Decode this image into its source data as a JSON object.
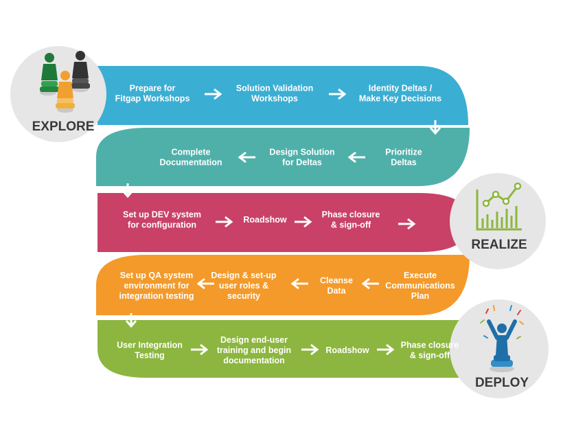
{
  "colors": {
    "blue": "#3baed3",
    "teal": "#4fb0aa",
    "magenta": "#c94167",
    "orange": "#f39a2b",
    "green": "#8cb63f",
    "circle": "#e6e6e6",
    "phase_text": "#3a3a3a"
  },
  "phases": {
    "explore": "EXPLORE",
    "realize": "REALIZE",
    "deploy": "DEPLOY"
  },
  "rows": [
    {
      "name": "row1",
      "steps": [
        [
          "Prepare for",
          "Fitgap Workshops"
        ],
        [
          "Solution Validation",
          "Workshops"
        ],
        [
          "Identity Deltas /",
          "Make Key Decisions"
        ]
      ]
    },
    {
      "name": "row2",
      "steps": [
        [
          "Complete",
          "Documentation"
        ],
        [
          "Design Solution",
          "for Deltas"
        ],
        [
          "Prioritize",
          "Deltas"
        ]
      ]
    },
    {
      "name": "row3",
      "steps": [
        [
          "Set up DEV system",
          "for configuration"
        ],
        [
          "Roadshow"
        ],
        [
          "Phase closure",
          "& sign-off"
        ]
      ]
    },
    {
      "name": "row4",
      "steps": [
        [
          "Set up QA system",
          "environment for",
          "integration testing"
        ],
        [
          "Design & set-up",
          "user roles &",
          "security"
        ],
        [
          "Cleanse",
          "Data"
        ],
        [
          "Execute",
          "Communications",
          "Plan"
        ]
      ]
    },
    {
      "name": "row5",
      "steps": [
        [
          "User Integration",
          "Testing"
        ],
        [
          "Design end-user",
          "training and begin",
          "documentation"
        ],
        [
          "Roadshow"
        ],
        [
          "Phase closure",
          "& sign-off"
        ]
      ]
    }
  ],
  "icons": {
    "explore": "people-pawns-icon",
    "realize": "line-chart-icon",
    "deploy": "celebrating-person-icon"
  }
}
